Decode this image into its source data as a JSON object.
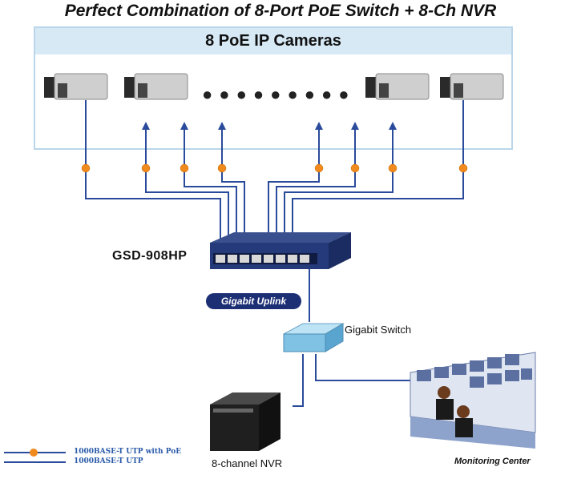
{
  "title": "Perfect Combination of 8-Port PoE Switch + 8-Ch NVR",
  "camera_group": {
    "header": "8 PoE IP Cameras",
    "ellipsis": "●●●●●●●●●"
  },
  "switch": {
    "model": "GSD-908HP"
  },
  "uplink_badge": "Gigabit Uplink",
  "gigabit_switch": {
    "label": "Gigabit Switch"
  },
  "nvr": {
    "label": "8-channel NVR"
  },
  "monitoring": {
    "label": "Monitoring Center"
  },
  "legend": {
    "poe_line": "1000BASE-T UTP with PoE",
    "utp_line": "1000BASE-T UTP"
  },
  "colors": {
    "link": "#2a4b9b",
    "poe_badge": "#f08a1c",
    "uplink_badge": "#1c2f74",
    "camera_frame": "#b9d6ea"
  }
}
